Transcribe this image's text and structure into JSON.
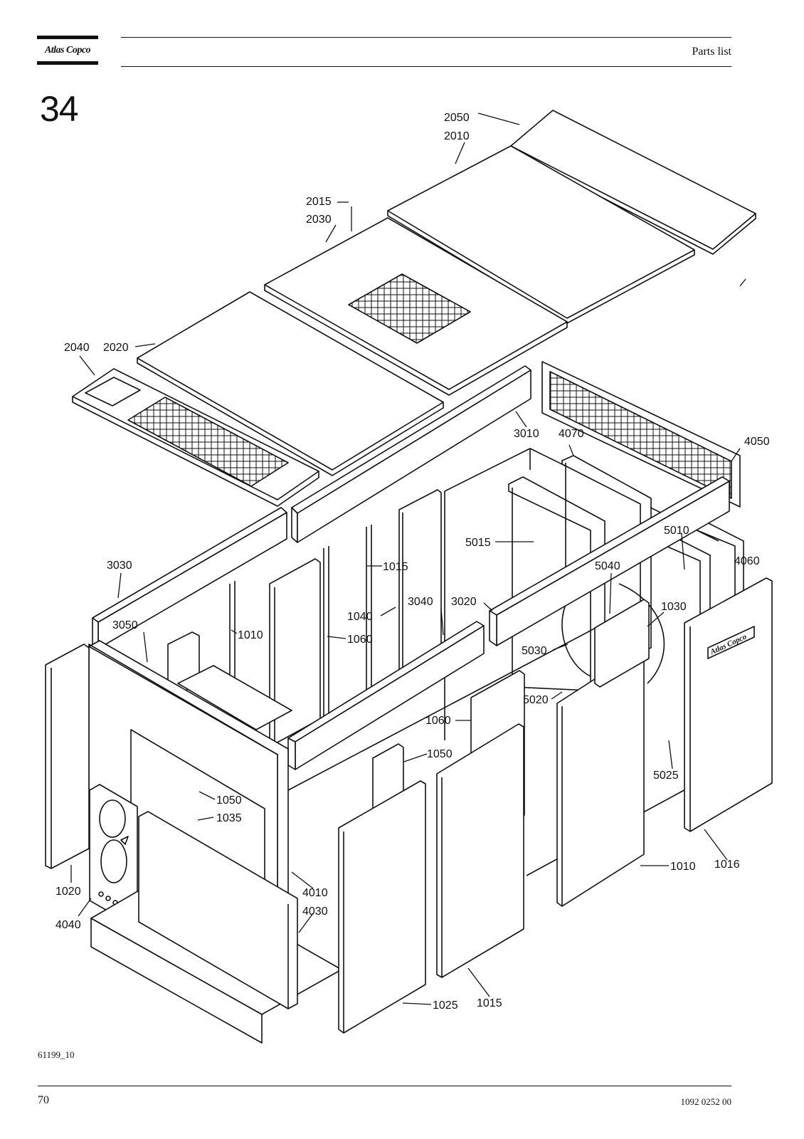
{
  "header": {
    "brand": "Atlas Copco",
    "section_title": "Parts list"
  },
  "chapter_number": "34",
  "drawing": {
    "reference": "61199_10",
    "panel_brand": "Atlas Copco",
    "callouts": [
      {
        "id": "c2050",
        "text": "2050"
      },
      {
        "id": "c2010",
        "text": "2010"
      },
      {
        "id": "c2015",
        "text": "2015"
      },
      {
        "id": "c2030",
        "text": "2030"
      },
      {
        "id": "c2040",
        "text": "2040"
      },
      {
        "id": "c2020",
        "text": "2020"
      },
      {
        "id": "c3010",
        "text": "3010"
      },
      {
        "id": "c4070",
        "text": "4070"
      },
      {
        "id": "c4050",
        "text": "4050"
      },
      {
        "id": "c5015",
        "text": "5015"
      },
      {
        "id": "c5010",
        "text": "5010"
      },
      {
        "id": "c4060",
        "text": "4060"
      },
      {
        "id": "c3030",
        "text": "3030"
      },
      {
        "id": "c1015a",
        "text": "1015"
      },
      {
        "id": "c5040",
        "text": "5040"
      },
      {
        "id": "c3040",
        "text": "3040"
      },
      {
        "id": "c3020",
        "text": "3020"
      },
      {
        "id": "c1030",
        "text": "1030"
      },
      {
        "id": "c1040",
        "text": "1040"
      },
      {
        "id": "c1060a",
        "text": "1060"
      },
      {
        "id": "c3050",
        "text": "3050"
      },
      {
        "id": "c1010a",
        "text": "1010"
      },
      {
        "id": "c5030",
        "text": "5030"
      },
      {
        "id": "c5020",
        "text": "5020"
      },
      {
        "id": "c1060b",
        "text": "1060"
      },
      {
        "id": "c1050a",
        "text": "1050"
      },
      {
        "id": "c5025",
        "text": "5025"
      },
      {
        "id": "c1050b",
        "text": "1050"
      },
      {
        "id": "c1035",
        "text": "1035"
      },
      {
        "id": "c1010b",
        "text": "1010"
      },
      {
        "id": "c1016",
        "text": "1016"
      },
      {
        "id": "c1020",
        "text": "1020"
      },
      {
        "id": "c4010",
        "text": "4010"
      },
      {
        "id": "c4030",
        "text": "4030"
      },
      {
        "id": "c4040",
        "text": "4040"
      },
      {
        "id": "c1025",
        "text": "1025"
      },
      {
        "id": "c1015b",
        "text": "1015"
      }
    ]
  },
  "footer": {
    "page_number": "70",
    "document_number": "1092 0252 00"
  }
}
